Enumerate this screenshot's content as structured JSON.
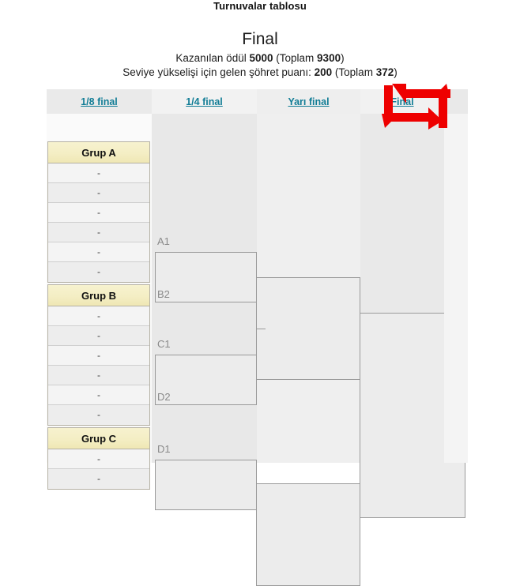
{
  "page": {
    "title": "Turnuvalar tablosu"
  },
  "stage": {
    "name": "Final",
    "prize_prefix": "Kazanılan ödül ",
    "prize_value": "5000",
    "prize_total_open": " (Toplam ",
    "prize_total_value": "9300",
    "prize_total_close": ")",
    "fame_prefix": "Seviye yükselişi için gelen şöhret puanı: ",
    "fame_value": "200",
    "fame_total_open": " (Toplam ",
    "fame_total_value": "372",
    "fame_total_close": ")"
  },
  "bracket": {
    "headers": [
      {
        "label": "1/8 final"
      },
      {
        "label": "1/4 final"
      },
      {
        "label": "Yarı final"
      },
      {
        "label": "Final"
      }
    ],
    "groups": [
      {
        "name": "Grup A",
        "rows": [
          "-",
          "-",
          "-",
          "-",
          "-",
          "-"
        ]
      },
      {
        "name": "Grup B",
        "rows": [
          "-",
          "-",
          "-",
          "-",
          "-",
          "-"
        ]
      },
      {
        "name": "Grup C",
        "rows": [
          "-",
          "-"
        ]
      }
    ],
    "quarterfinals": [
      {
        "top": "A1",
        "bottom": "B2"
      },
      {
        "top": "C1",
        "bottom": "D2"
      },
      {
        "top": "D1",
        "bottom": ""
      }
    ],
    "semifinals": [
      {
        "label": ""
      }
    ],
    "final": {
      "label": ""
    }
  },
  "annotation": {
    "name": "cyclic-refresh-arrows",
    "color": "#ee0000",
    "target": "Final"
  },
  "colors": {
    "link": "#127d96",
    "group_header": "#f4eec4",
    "annotation_red": "#ee0000",
    "panel_gray": "#e9e9e9"
  }
}
